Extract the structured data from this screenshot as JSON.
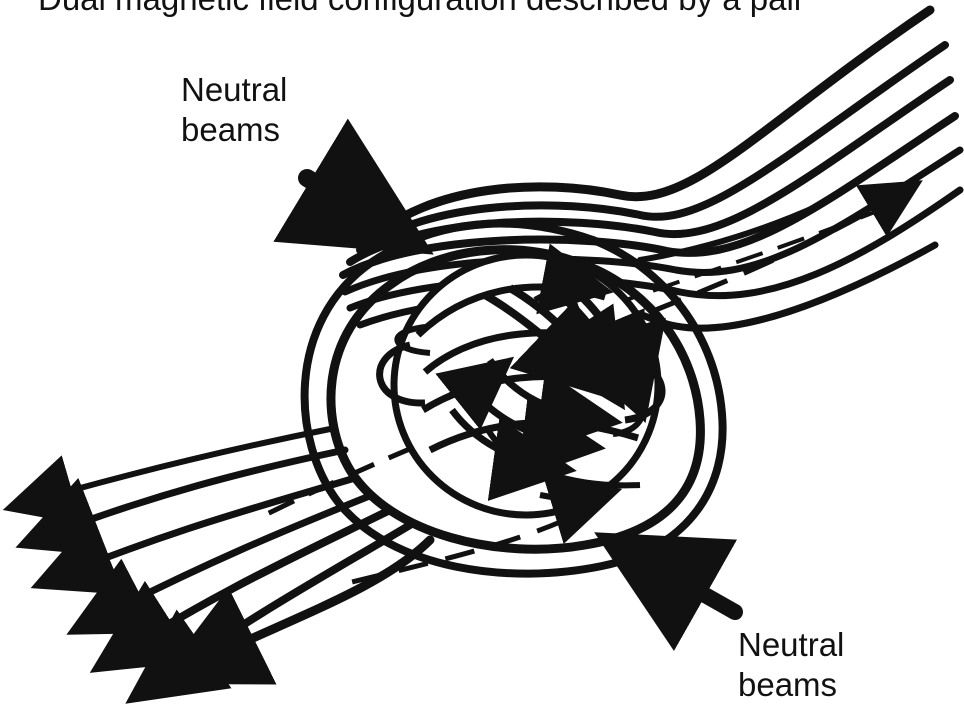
{
  "caption": {
    "text": "Dual magnetic field configuration described by a pair"
  },
  "labels": {
    "top": {
      "line1": "Neutral",
      "line2": "beams"
    },
    "bottom": {
      "line1": "Neutral",
      "line2": "beams"
    }
  },
  "colors": {
    "ink": "#111111",
    "background": "#ffffff"
  },
  "icons": {
    "top_beam": "arrow-icon",
    "bottom_beam": "arrow-icon"
  }
}
